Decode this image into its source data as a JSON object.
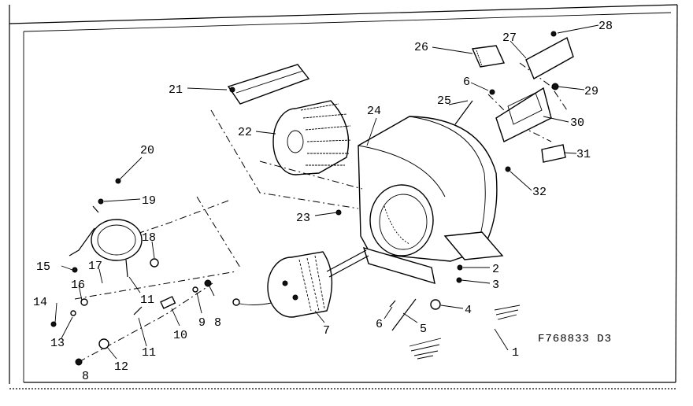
{
  "drawing_code": "F768833 D3",
  "callouts": [
    "1",
    "2",
    "3",
    "4",
    "5",
    "6",
    "7",
    "8",
    "9",
    "10",
    "11",
    "12",
    "13",
    "14",
    "15",
    "16",
    "17",
    "18",
    "19",
    "20",
    "21",
    "22",
    "23",
    "24",
    "25",
    "26",
    "27",
    "28",
    "29",
    "30",
    "31",
    "32"
  ]
}
